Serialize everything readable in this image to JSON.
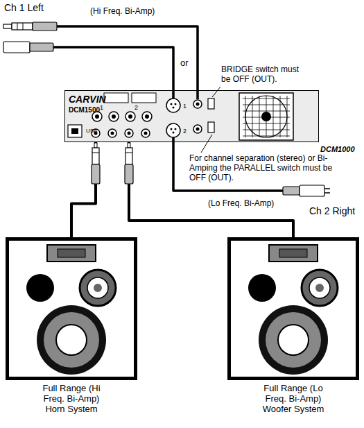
{
  "diagram": {
    "nodes": [
      {
        "text": [
          "CARVIN",
          "DCM1500",
          "USA"
        ]
      },
      {
        "text": [
          "Full Range (Hi Freq. Bi-Amp) Horn System"
        ]
      },
      {
        "text": [
          "Full Range (Lo Freq. Bi-Amp) Woofer System"
        ]
      }
    ],
    "edges": [
      {
        "from": 0,
        "to": 1,
        "arrow": "none"
      },
      {
        "from": 0,
        "to": 2,
        "arrow": "none"
      }
    ],
    "labels": [
      "Ch 1 Left",
      "(Hi Freq. Bi-Amp)",
      "or",
      "BRIDGE switch must be OFF (OUT).",
      "1",
      "2",
      "1",
      "2",
      "DCM1000",
      "For channel separation (stereo) or Bi-Amping the PARALLEL switch must be OFF (OUT).",
      "(Lo Freq. Bi-Amp)",
      "Ch 2 Right"
    ]
  }
}
